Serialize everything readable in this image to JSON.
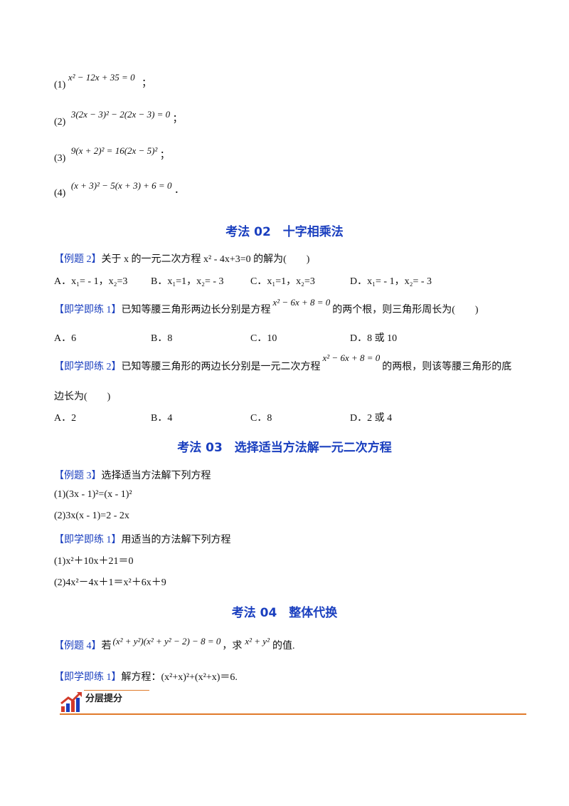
{
  "section1": {
    "items": [
      {
        "num": "(1)",
        "expr": "x² − 12x + 35 = 0",
        "end": "；"
      },
      {
        "num": "(2)",
        "expr": "3(2x − 3)² − 2(2x − 3) = 0",
        "end": "；"
      },
      {
        "num": "(3)",
        "expr": "9(x + 2)² = 16(2x − 5)²",
        "end": "；"
      },
      {
        "num": "(4)",
        "expr": "(x + 3)² − 5(x + 3) + 6 = 0",
        "end": "．"
      }
    ]
  },
  "kaofa02": {
    "heading": "考法 02　十字相乘法",
    "ex2": {
      "tag": "【例题 2】",
      "text": "关于 x 的一元二次方程 x² - 4x+3=0 的解为(　　)"
    },
    "ex2_options": [
      {
        "label": "A．",
        "text": "x₁= - 1，x₂=3"
      },
      {
        "label": "B．",
        "text": "x₁=1，x₂= - 3"
      },
      {
        "label": "C．",
        "text": "x₁=1，x₂=3"
      },
      {
        "label": "D．",
        "text": "x₁= - 1，x₂= - 3"
      }
    ],
    "pr1": {
      "tag": "【即学即练 1】",
      "pre": "已知等腰三角形两边长分别是方程",
      "expr": "x² − 6x + 8 = 0",
      "post": "的两个根，则三角形周长为(　　)"
    },
    "pr1_options": [
      {
        "label": "A．",
        "text": "6"
      },
      {
        "label": "B．",
        "text": "8"
      },
      {
        "label": "C．",
        "text": "10"
      },
      {
        "label": "D．",
        "text": "8 或 10"
      }
    ],
    "pr2": {
      "tag": "【即学即练 2】",
      "pre": "已知等腰三角形的两边长分别是一元二次方程",
      "expr": "x² − 6x + 8 = 0",
      "post": "的两根，则该等腰三角形的底",
      "line2": "边长为(　　)"
    },
    "pr2_options": [
      {
        "label": "A．",
        "text": "2"
      },
      {
        "label": "B．",
        "text": "4"
      },
      {
        "label": "C．",
        "text": "8"
      },
      {
        "label": "D．",
        "text": "2 或 4"
      }
    ]
  },
  "kaofa03": {
    "heading": "考法 03　选择适当方法解一元二次方程",
    "ex3": {
      "tag": "【例题 3】",
      "text": "选择适当方法解下列方程"
    },
    "ex3_items": [
      "(1)(3x - 1)²=(x - 1)²",
      "(2)3x(x - 1)=2 - 2x"
    ],
    "pr1": {
      "tag": "【即学即练 1】",
      "text": "用适当的方法解下列方程"
    },
    "pr1_items": [
      "(1)x²＋10x＋21＝0",
      "(2)4x²－4x＋1＝x²＋6x＋9"
    ]
  },
  "kaofa04": {
    "heading": "考法 04　整体代换",
    "ex4": {
      "tag": "【例题 4】",
      "pre": "若",
      "expr": "(x² + y²)(x² + y² − 2) − 8 = 0",
      "mid": "，求",
      "expr2": "x² + y²",
      "post": "的值."
    },
    "pr1": {
      "tag": "【即学即练 1】",
      "text": "解方程：(x²+x)²+(x²+x)＝6."
    }
  },
  "footer": {
    "label": "分层提分",
    "icon": "growth-chart-icon",
    "accent": "#e07a2a",
    "brand": "#1a3fbf"
  }
}
